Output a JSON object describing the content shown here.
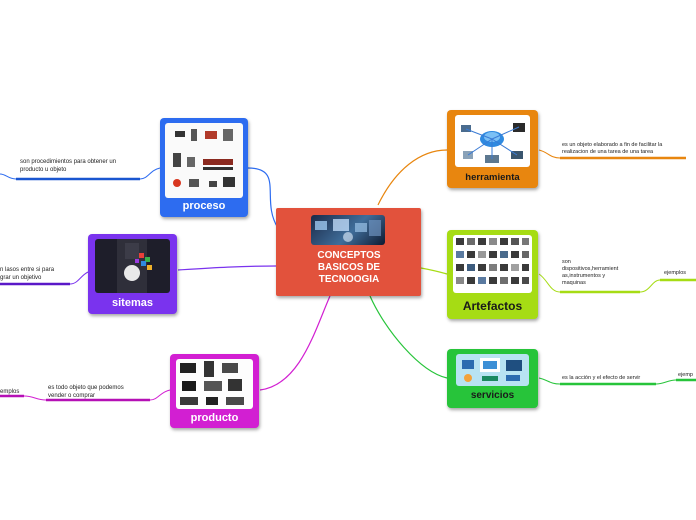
{
  "center": {
    "title": "CONCEPTOS\nBASICOS DE\nTECNOOGIA",
    "color": "#e2523c"
  },
  "nodes": {
    "proceso": {
      "label": "proceso",
      "color": "#2d6cf0"
    },
    "sitemas": {
      "label": "sitemas",
      "color": "#7a33ee"
    },
    "producto": {
      "label": "producto",
      "color": "#d21fd2"
    },
    "herramienta": {
      "label": "herramienta",
      "color": "#e8860f"
    },
    "artefactos": {
      "label": "Artefactos",
      "color": "#a6dc14"
    },
    "servicios": {
      "label": "servicios",
      "color": "#27c43a"
    }
  },
  "notes": {
    "proceso": "son procedimientos para obtener un\nproducto u objeto",
    "sitemas": "n lasos entre si para\ngrar un objetivo",
    "producto": "es todo objeto que podemos\nvender o comprar",
    "producto_sub": "emplos",
    "herramienta": "es un objeto elaborado a fin de facilitar la\nrealizacion de una tarea  de una tarea",
    "artefactos": "son\ndispositivos,herramient\nas,instrumentos y\nmaquinas",
    "artefactos_sub": "ejemplos",
    "servicios": "es la acción y el efecto de servir",
    "servicios_sub": "ejemp"
  }
}
